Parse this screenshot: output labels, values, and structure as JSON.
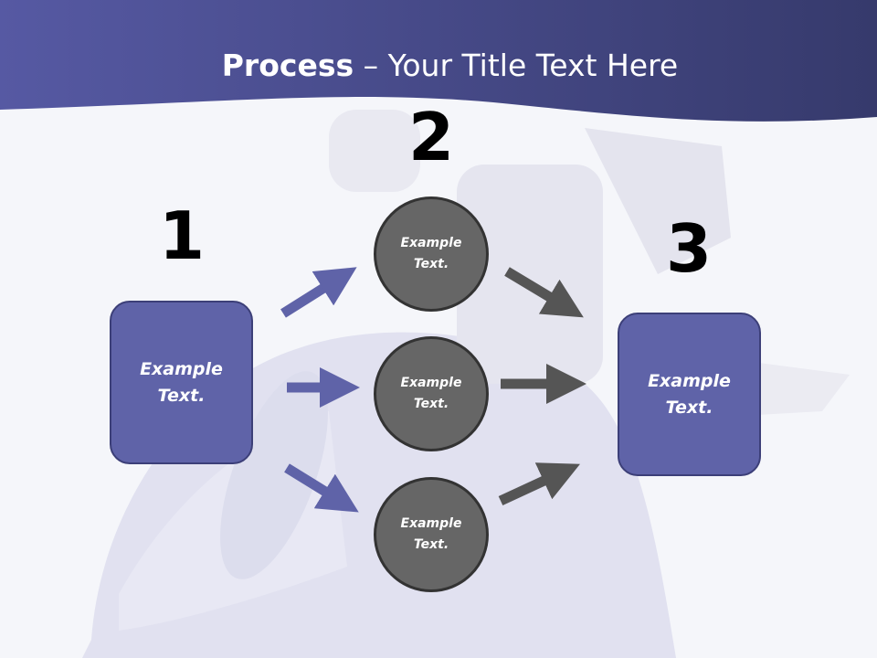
{
  "title": {
    "bold": "Process",
    "rest": " – Your Title Text Here"
  },
  "steps": [
    {
      "number": "1",
      "line1": "Example",
      "line2": "Text."
    },
    {
      "number": "2",
      "items": [
        {
          "line1": "Example",
          "line2": "Text."
        },
        {
          "line1": "Example",
          "line2": "Text."
        },
        {
          "line1": "Example",
          "line2": "Text."
        }
      ]
    },
    {
      "number": "3",
      "line1": "Example",
      "line2": "Text."
    }
  ],
  "colors": {
    "header": "#3f4280",
    "box": "#5f63a8",
    "circle": "#666666",
    "blue_arrow": "#5f63a8",
    "grey_arrow": "#555555"
  }
}
